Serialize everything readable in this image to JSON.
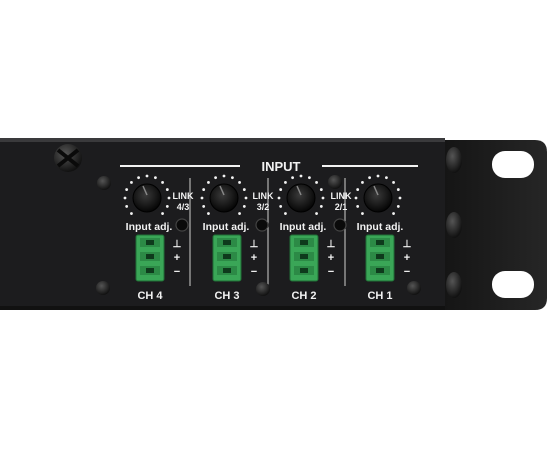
{
  "panel": {
    "title": "INPUT",
    "knob_label": "Input adj.",
    "polarity": {
      "ground": "⊥",
      "plus": "+",
      "minus": "−"
    },
    "links": [
      {
        "line1": "LINK",
        "line2": "4/3"
      },
      {
        "line1": "LINK",
        "line2": "3/2"
      },
      {
        "line1": "LINK",
        "line2": "2/1"
      }
    ],
    "channels": [
      {
        "label": "CH 4"
      },
      {
        "label": "CH 3"
      },
      {
        "label": "CH 2"
      },
      {
        "label": "CH 1"
      }
    ]
  },
  "colors": {
    "panel": "#1c1c1e",
    "text": "#f2f2f2",
    "connector": "#3aa657",
    "screw": "#2a2a2a"
  }
}
